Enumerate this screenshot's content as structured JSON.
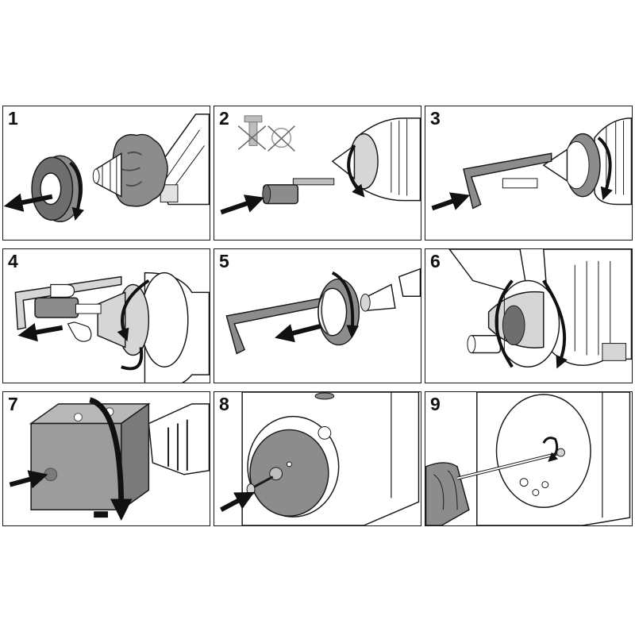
{
  "panels": [
    {
      "number": "1",
      "icon": "unscrew-nut-icon"
    },
    {
      "number": "2",
      "icon": "insert-adapter-icon"
    },
    {
      "number": "3",
      "icon": "attach-bracket-icon"
    },
    {
      "number": "4",
      "icon": "tighten-collar-icon"
    },
    {
      "number": "5",
      "icon": "remove-bracket-icon"
    },
    {
      "number": "6",
      "icon": "tighten-nut-icon"
    },
    {
      "number": "7",
      "icon": "mount-block-icon"
    },
    {
      "number": "8",
      "icon": "insert-screw-icon"
    },
    {
      "number": "9",
      "icon": "tighten-screw-icon"
    }
  ],
  "colors": {
    "line": "#1a1a1a",
    "part_grey": "#8c8c8c",
    "dark_grey": "#4d4d4d",
    "light_grey": "#d6d6d6",
    "arrow": "#111111"
  }
}
